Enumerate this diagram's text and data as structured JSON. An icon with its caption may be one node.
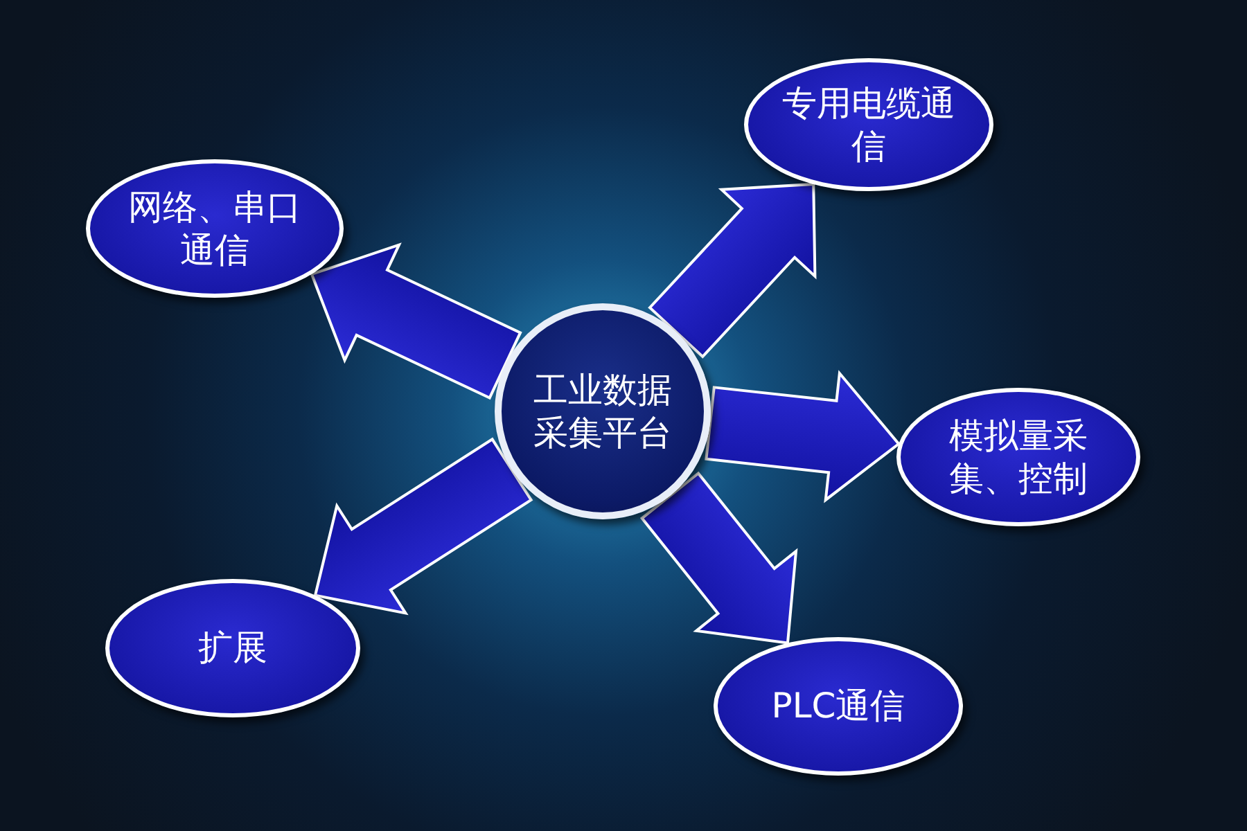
{
  "diagram": {
    "nodes": [
      {
        "text": [
          "工业数据采集平台"
        ]
      },
      {
        "text": [
          "网络、串口通信"
        ]
      },
      {
        "text": [
          "专用电缆通信"
        ]
      },
      {
        "text": [
          "模拟量采集、控制"
        ]
      },
      {
        "text": [
          "扩展"
        ]
      },
      {
        "text": [
          "PLC通信"
        ]
      }
    ],
    "edges": [
      {
        "from": 0,
        "to": 1,
        "arrow": "to"
      },
      {
        "from": 0,
        "to": 2,
        "arrow": "to"
      },
      {
        "from": 0,
        "to": 3,
        "arrow": "to"
      },
      {
        "from": 0,
        "to": 4,
        "arrow": "to"
      },
      {
        "from": 0,
        "to": 5,
        "arrow": "to"
      }
    ]
  }
}
